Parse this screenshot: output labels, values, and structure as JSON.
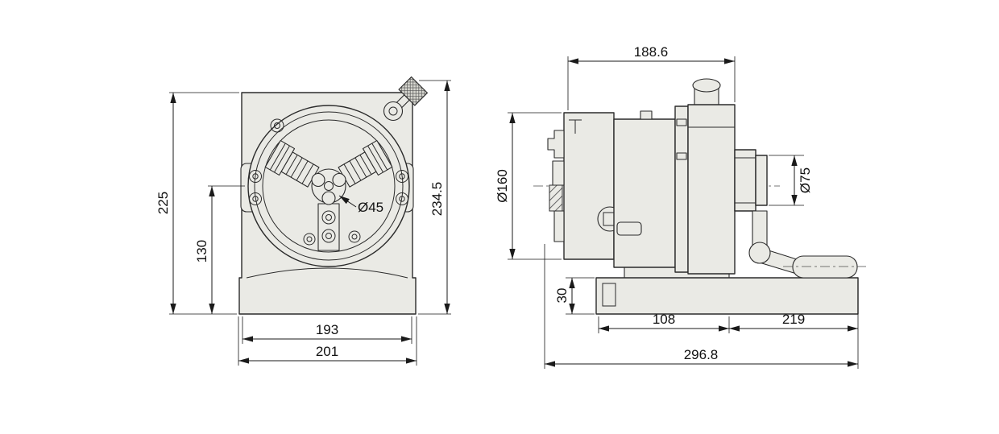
{
  "colors": {
    "background": "#ffffff",
    "part_fill": "#eaeae5",
    "outline": "#2b2b2b",
    "dimension_text": "#111111"
  },
  "front_view": {
    "dimensions": {
      "body_height": "225",
      "center_height": "130",
      "overall_height": "234.5",
      "body_width": "193",
      "base_width": "201",
      "spindle_bore": "Ø45"
    }
  },
  "side_view": {
    "dimensions": {
      "body_length": "188.6",
      "chuck_diameter": "Ø160",
      "spindle_nose_diameter": "Ø75",
      "base_height": "30",
      "base_slot_length": "108",
      "handle_extension": "219",
      "overall_length": "296.8"
    }
  }
}
